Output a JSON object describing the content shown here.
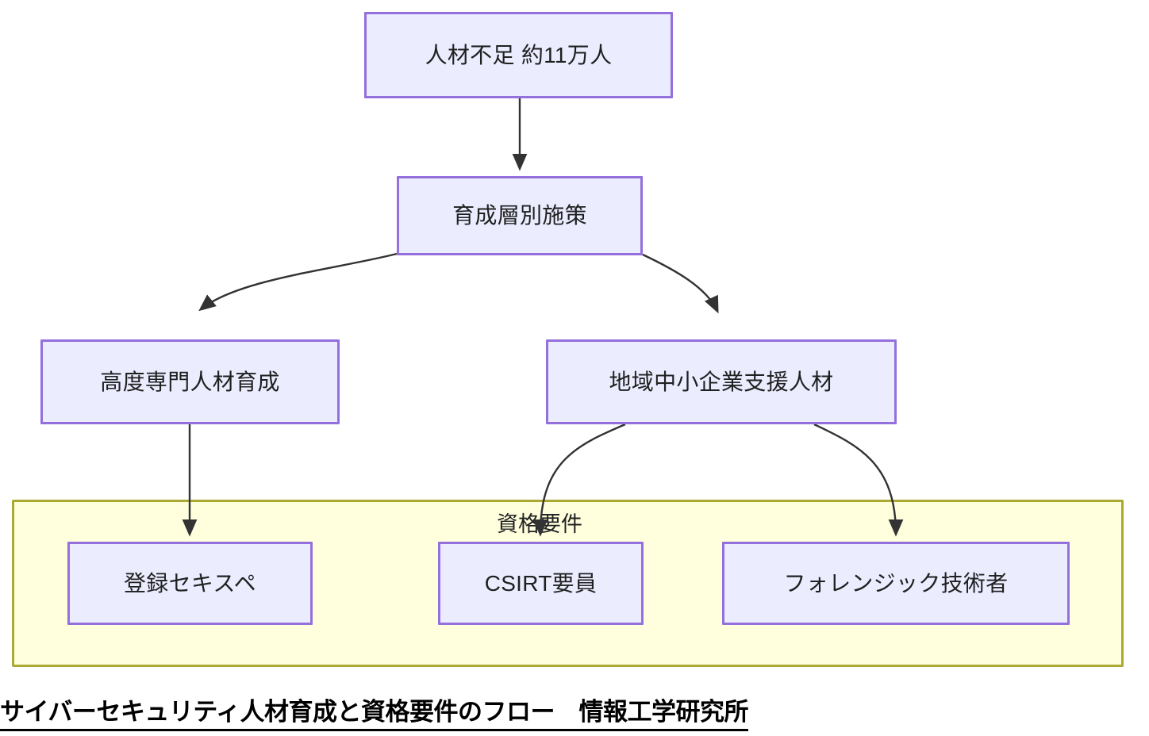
{
  "diagram": {
    "title": "サイバーセキュリティ人材育成と資格要件のフロー　情報工学研究所",
    "cluster": {
      "label": "資格要件",
      "fill": "#ffffde",
      "stroke": "#aaaa33"
    },
    "node_style": {
      "fill": "#ececff",
      "stroke": "#9370db"
    },
    "edge_color": "#333333",
    "nodes": [
      {
        "id": "n1",
        "label": "人材不足 約11万人"
      },
      {
        "id": "n2",
        "label": "育成層別施策"
      },
      {
        "id": "n3",
        "label": "高度専門人材育成"
      },
      {
        "id": "n4",
        "label": "地域中小企業支援人材"
      },
      {
        "id": "n5",
        "label": "登録セキスペ"
      },
      {
        "id": "n6",
        "label": "CSIRT要員"
      },
      {
        "id": "n7",
        "label": "フォレンジック技術者"
      }
    ],
    "edges": [
      {
        "from": "n1",
        "to": "n2"
      },
      {
        "from": "n2",
        "to": "n3"
      },
      {
        "from": "n2",
        "to": "n4"
      },
      {
        "from": "n3",
        "to": "n5"
      },
      {
        "from": "n4",
        "to": "n6"
      },
      {
        "from": "n4",
        "to": "n7"
      }
    ]
  }
}
